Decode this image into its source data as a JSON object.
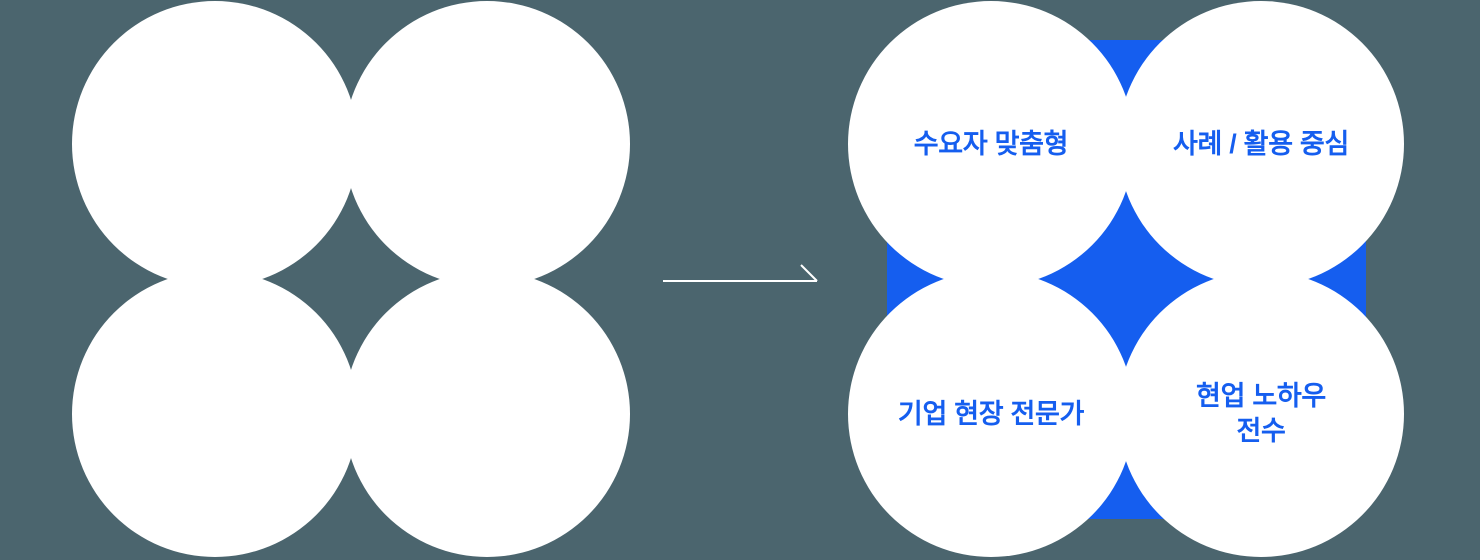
{
  "diagram": {
    "background_color": "#4B656E",
    "circle_color": "#FFFFFF",
    "accent_color": "#155EEF",
    "arrow_color": "#FFFFFF",
    "cluster_after": {
      "top_left_label": "수요자 맞춤형",
      "top_right_label": "사례 / 활용 중심",
      "bottom_left_label": "기업 현장 전문가",
      "bottom_right_label": "현업 노하우\n전수"
    }
  }
}
